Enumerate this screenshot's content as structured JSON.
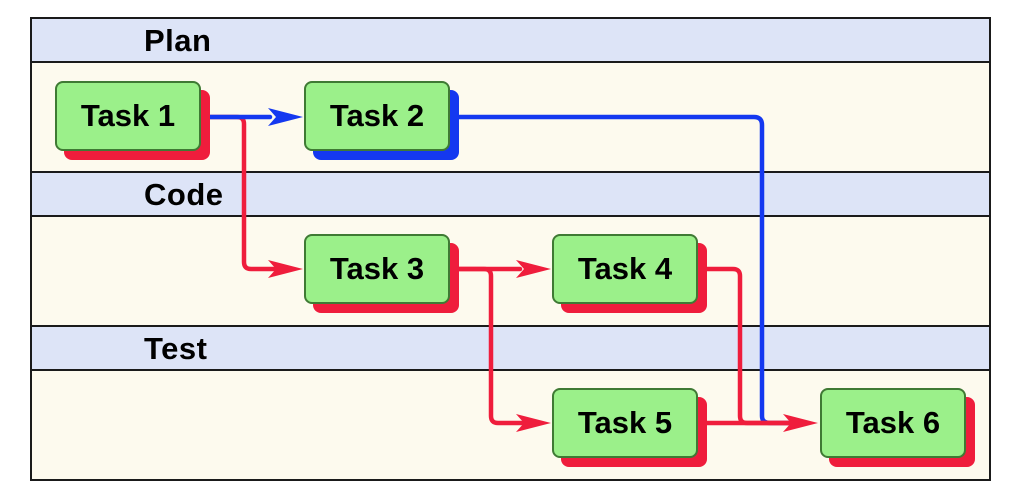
{
  "lanes": [
    {
      "id": "plan",
      "title": "Plan"
    },
    {
      "id": "code",
      "title": "Code"
    },
    {
      "id": "test",
      "title": "Test"
    }
  ],
  "tasks": [
    {
      "id": "task1",
      "label": "Task 1",
      "lane": "plan",
      "shadow": "red"
    },
    {
      "id": "task2",
      "label": "Task 2",
      "lane": "plan",
      "shadow": "blue"
    },
    {
      "id": "task3",
      "label": "Task 3",
      "lane": "code",
      "shadow": "red"
    },
    {
      "id": "task4",
      "label": "Task 4",
      "lane": "code",
      "shadow": "red"
    },
    {
      "id": "task5",
      "label": "Task 5",
      "lane": "test",
      "shadow": "red"
    },
    {
      "id": "task6",
      "label": "Task 6",
      "lane": "test",
      "shadow": "red"
    }
  ],
  "connections": [
    {
      "from": "task1",
      "to": "task2",
      "color": "blue"
    },
    {
      "from": "task1",
      "to": "task3",
      "color": "red"
    },
    {
      "from": "task2",
      "to": "task6",
      "color": "blue"
    },
    {
      "from": "task3",
      "to": "task4",
      "color": "red"
    },
    {
      "from": "task3",
      "to": "task5",
      "color": "red"
    },
    {
      "from": "task4",
      "to": "task6",
      "color": "red"
    },
    {
      "from": "task5",
      "to": "task6",
      "color": "red"
    }
  ],
  "colors": {
    "red": "#ef1d3c",
    "blue": "#1438f0",
    "task_fill": "#9bf08a",
    "lane_header": "#dde4f7",
    "lane_body": "#fdfaee"
  }
}
